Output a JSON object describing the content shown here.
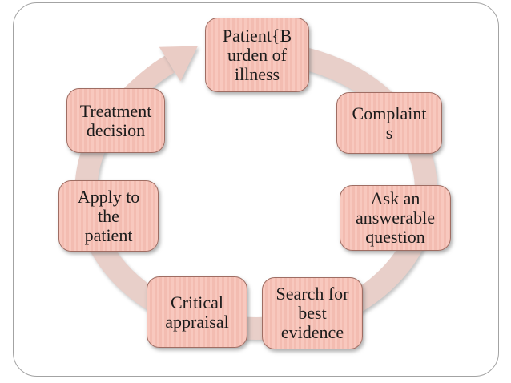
{
  "slide": {
    "background_color": "#ffffff",
    "frame_border_color": "#a3a3a3"
  },
  "diagram": {
    "type": "cycle",
    "direction": "clockwise",
    "colors": {
      "ring": "#e8cfc9",
      "arrow": "#eaccc5",
      "box_fill_light": "#f8c8be",
      "box_fill_dark": "#f3bcb1",
      "box_border": "#9f6d63",
      "text": "#1b1b1b"
    },
    "boxes": [
      {
        "id": "patient-burden-of-illness",
        "text": "Patient{Burden of illness",
        "lines": [
          "Patient{B",
          "urden of",
          "illness"
        ]
      },
      {
        "id": "complaints",
        "text": "Complaints",
        "lines": [
          "Complaint",
          "s"
        ]
      },
      {
        "id": "ask-an-answerable-question",
        "text": "Ask an answerable question",
        "lines": [
          "Ask an",
          "answerable",
          "question"
        ]
      },
      {
        "id": "search-for-best-evidence",
        "text": "Search for best evidence",
        "lines": [
          "Search for",
          "best",
          "evidence"
        ]
      },
      {
        "id": "critical-appraisal",
        "text": "Critical appraisal",
        "lines": [
          "Critical",
          "appraisal"
        ]
      },
      {
        "id": "apply-to-the-patient",
        "text": "Apply to the patient",
        "lines": [
          "Apply to",
          "the",
          "patient"
        ]
      },
      {
        "id": "treatment-decision",
        "text": "Treatment decision",
        "lines": [
          "Treatment",
          "decision"
        ]
      }
    ]
  }
}
